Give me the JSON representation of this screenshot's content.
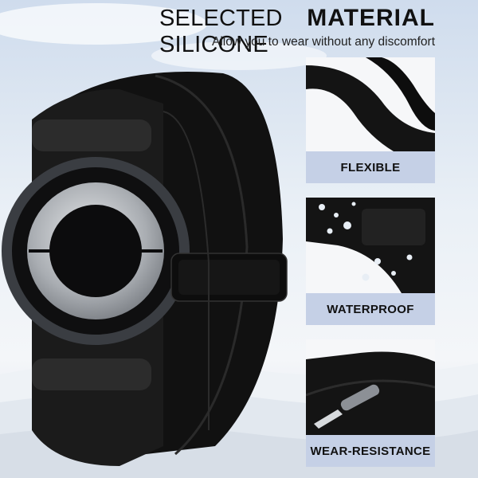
{
  "header": {
    "title_light": "SELECTED SILICONE",
    "title_bold": "MATERIAL",
    "subtitle": "Allow you to wear without any discomfort"
  },
  "features": [
    {
      "label": "FLEXIBLE",
      "icon": "flexible-band-image"
    },
    {
      "label": "WATERPROOF",
      "icon": "water-droplets-image"
    },
    {
      "label": "WEAR-RESISTANCE",
      "icon": "knife-scratch-image"
    }
  ],
  "colors": {
    "label_bg": "#c5d0e6",
    "band": "#151515",
    "background_sky": "#dfe9f3"
  }
}
